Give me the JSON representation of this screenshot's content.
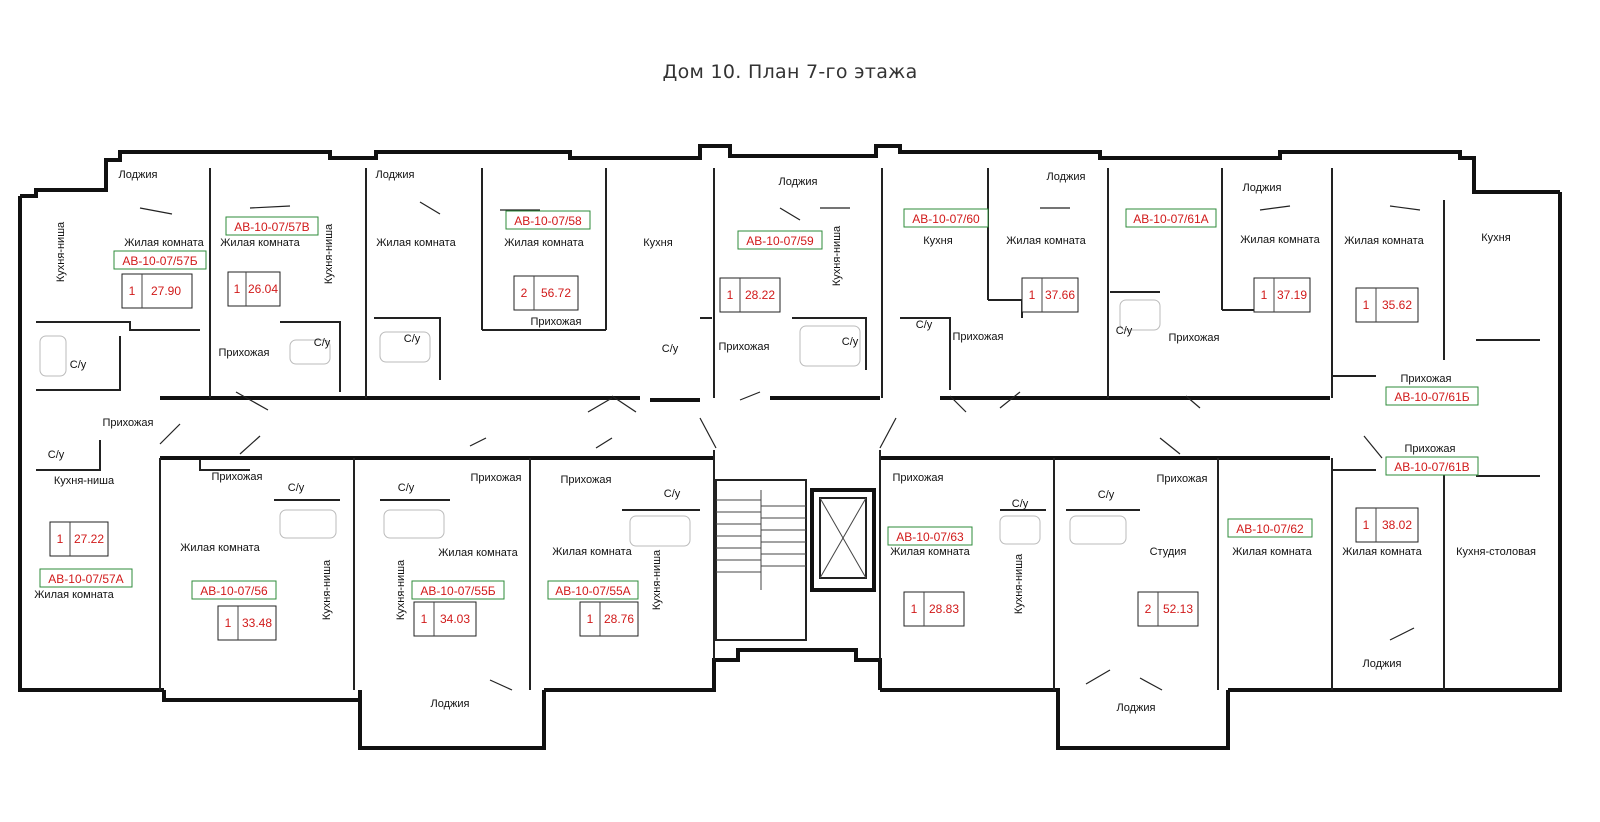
{
  "title": "Дом 10. План 7-го этажа",
  "apartments": [
    {
      "code": "АВ-10-07/57Б",
      "rooms": "1",
      "area": "27.90"
    },
    {
      "code": "АВ-10-07/57В",
      "rooms": "1",
      "area": "26.04"
    },
    {
      "code": "АВ-10-07/58",
      "rooms": "2",
      "area": "56.72"
    },
    {
      "code": "АВ-10-07/59",
      "rooms": "1",
      "area": "28.22"
    },
    {
      "code": "АВ-10-07/60",
      "rooms": "1",
      "area": "37.66"
    },
    {
      "code": "АВ-10-07/61А",
      "rooms": "1",
      "area": "37.19"
    },
    {
      "code": "АВ-10-07/61Б",
      "rooms": "1",
      "area": "35.62"
    },
    {
      "code": "АВ-10-07/61В",
      "rooms": "1",
      "area": "38.02"
    },
    {
      "code": "АВ-10-07/62",
      "rooms": "2",
      "area": "52.13"
    },
    {
      "code": "АВ-10-07/63",
      "rooms": "1",
      "area": "28.83"
    },
    {
      "code": "АВ-10-07/55А",
      "rooms": "1",
      "area": "28.76"
    },
    {
      "code": "АВ-10-07/55Б",
      "rooms": "1",
      "area": "34.03"
    },
    {
      "code": "АВ-10-07/56",
      "rooms": "1",
      "area": "33.48"
    },
    {
      "code": "АВ-10-07/57А",
      "rooms": "1",
      "area": "27.22"
    }
  ],
  "room_labels": {
    "loggia": "Лоджия",
    "living": "Жилая комната",
    "kitchen_niche": "Кухня-ниша",
    "kitchen": "Кухня",
    "bathroom": "С/у",
    "hall": "Прихожая",
    "studio": "Студия",
    "kitchen_dining": "Кухня-столовая"
  }
}
